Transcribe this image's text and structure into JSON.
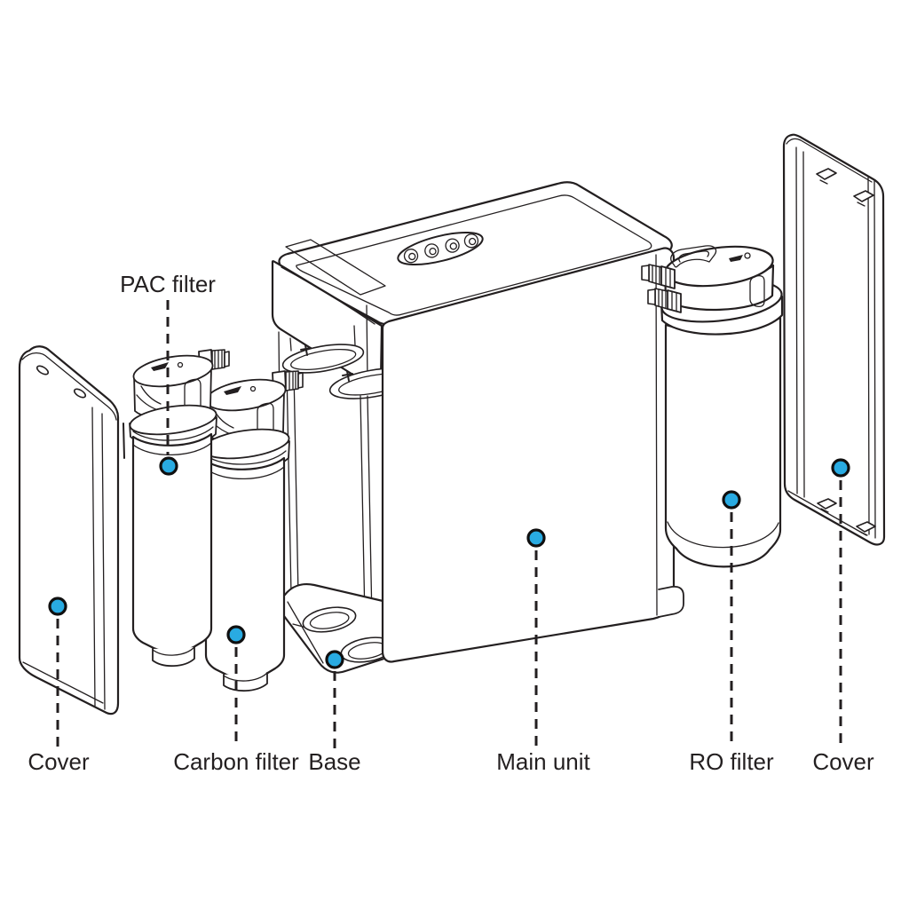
{
  "figure": {
    "kind": "exploded-view-parts-diagram",
    "colors": {
      "ink": "#231f20",
      "accent": "#29abe2",
      "bg": "#ffffff"
    },
    "parts": [
      {
        "id": "cover-left",
        "label": "Cover"
      },
      {
        "id": "pac-filter",
        "label": "PAC filter"
      },
      {
        "id": "carbon-filter",
        "label": "Carbon filter"
      },
      {
        "id": "base",
        "label": "Base"
      },
      {
        "id": "main-unit",
        "label": "Main unit"
      },
      {
        "id": "ro-filter",
        "label": "RO filter"
      },
      {
        "id": "cover-right",
        "label": "Cover"
      }
    ]
  }
}
